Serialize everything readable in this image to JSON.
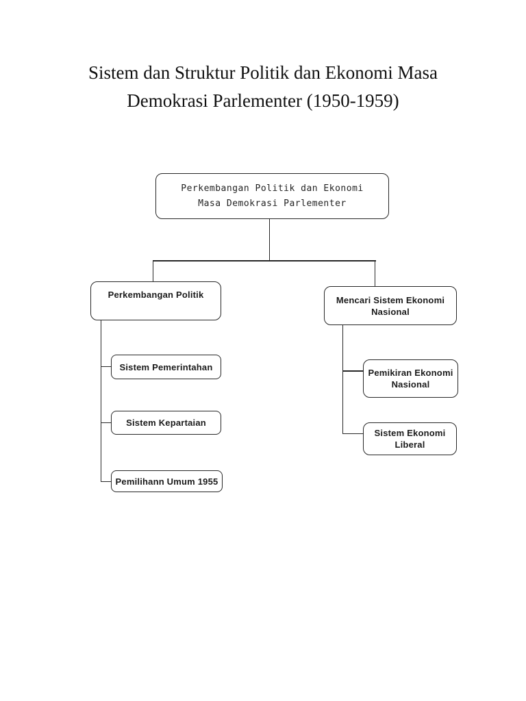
{
  "title": {
    "line1": "Sistem dan Struktur Politik dan Ekonomi Masa",
    "line2": "Demokrasi Parlementer (1950-1959)"
  },
  "diagram": {
    "root": {
      "line1": "Perkembangan Politik dan Ekonomi",
      "line2": "Masa Demokrasi Parlementer"
    },
    "left_branch": {
      "label": "Perkembangan Politik",
      "children": [
        "Sistem Pemerintahan",
        "Sistem Kepartaian",
        "Pemilihann Umum 1955"
      ]
    },
    "right_branch": {
      "label_line1": "Mencari Sistem Ekonomi",
      "label_line2": "Nasional",
      "children": [
        {
          "line1": "Pemikiran Ekonomi",
          "line2": "Nasional"
        },
        {
          "line1": "Sistem Ekonomi",
          "line2": "Liberal"
        }
      ]
    },
    "colors": {
      "line_color": "#262626",
      "text_color": "#1a1a1a",
      "background": "#ffffff"
    }
  }
}
